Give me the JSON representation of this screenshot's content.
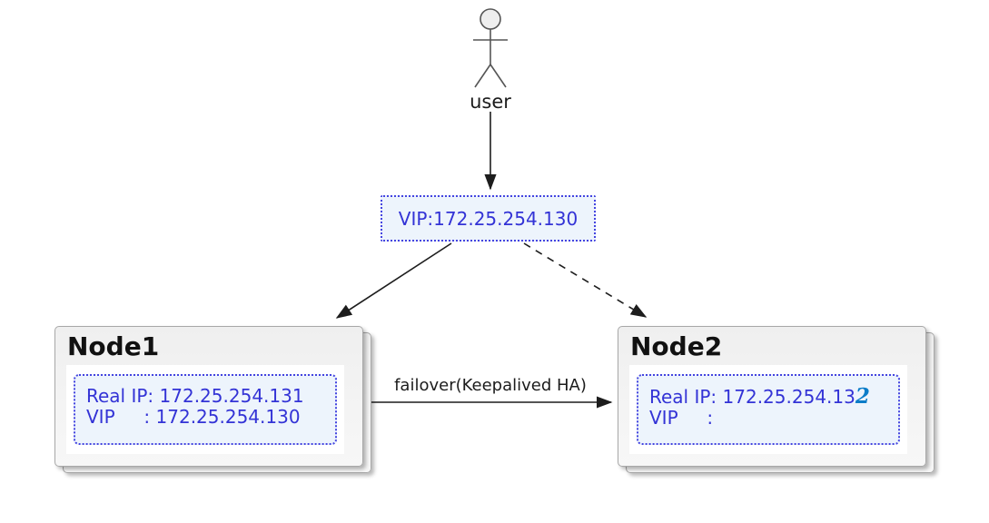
{
  "actor": {
    "label": "user"
  },
  "vip": {
    "label": "VIP:172.25.254.130"
  },
  "nodes": [
    {
      "title": "Node1",
      "line1": "Real IP: 172.25.254.131",
      "line2": "VIP     : 172.25.254.130"
    },
    {
      "title": "Node2",
      "line1_prefix": "Real IP: 172.25.254.13",
      "line1_glyph": "2",
      "line2": "VIP     :"
    }
  ],
  "edges": {
    "failover_label": "failover(Keepalived HA)"
  },
  "colors": {
    "diagram_blue_text": "#3333d6",
    "dotted_border_blue": "#4444e0",
    "info_box_bg": "#edf4fc",
    "glyph_blue": "#0b7cc8",
    "node_border": "#a8a8a8",
    "arrow_black": "#1d1d1d"
  }
}
